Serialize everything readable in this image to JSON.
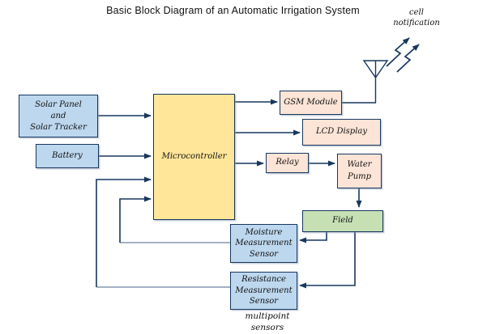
{
  "title": "Basic Block Diagram of an Automatic Irrigation System",
  "cell_notification": {
    "line1": "cell",
    "line2": "notification"
  },
  "multipoint_label": "multipoint sensors",
  "blocks": {
    "solar_panel": {
      "line1": "Solar Panel",
      "line2": "and",
      "line3": "Solar Tracker",
      "fill": "#BDD7EE"
    },
    "battery": {
      "label": "Battery",
      "fill": "#BDD7EE"
    },
    "microcontroller": {
      "label": "Microcontroller",
      "fill": "#FFE699"
    },
    "gsm_module": {
      "label": "GSM Module",
      "fill": "#FCE4D6"
    },
    "lcd_display": {
      "label": "LCD Display",
      "fill": "#FCE4D6"
    },
    "relay": {
      "label": "Relay",
      "fill": "#FCE4D6"
    },
    "water_pump": {
      "line1": "Water",
      "line2": "Pump",
      "fill": "#FCE4D6"
    },
    "field": {
      "label": "Field",
      "fill": "#C6E0B4"
    },
    "moisture_sensor": {
      "line1": "Moisture",
      "line2": "Measurement",
      "line3": "Sensor",
      "fill": "#BDD7EE"
    },
    "resistance_sensor": {
      "line1": "Resistance",
      "line2": "Measurement",
      "line3": "Sensor",
      "fill": "#BDD7EE"
    }
  },
  "colors": {
    "border": "#17375E",
    "connector": "#17375E",
    "connector_muted": "#8497B0",
    "background": "#FFFFFF",
    "text": "#111111"
  },
  "icons": {
    "antenna": "antenna-icon",
    "signal": "cell-signal-arrows-icon"
  }
}
